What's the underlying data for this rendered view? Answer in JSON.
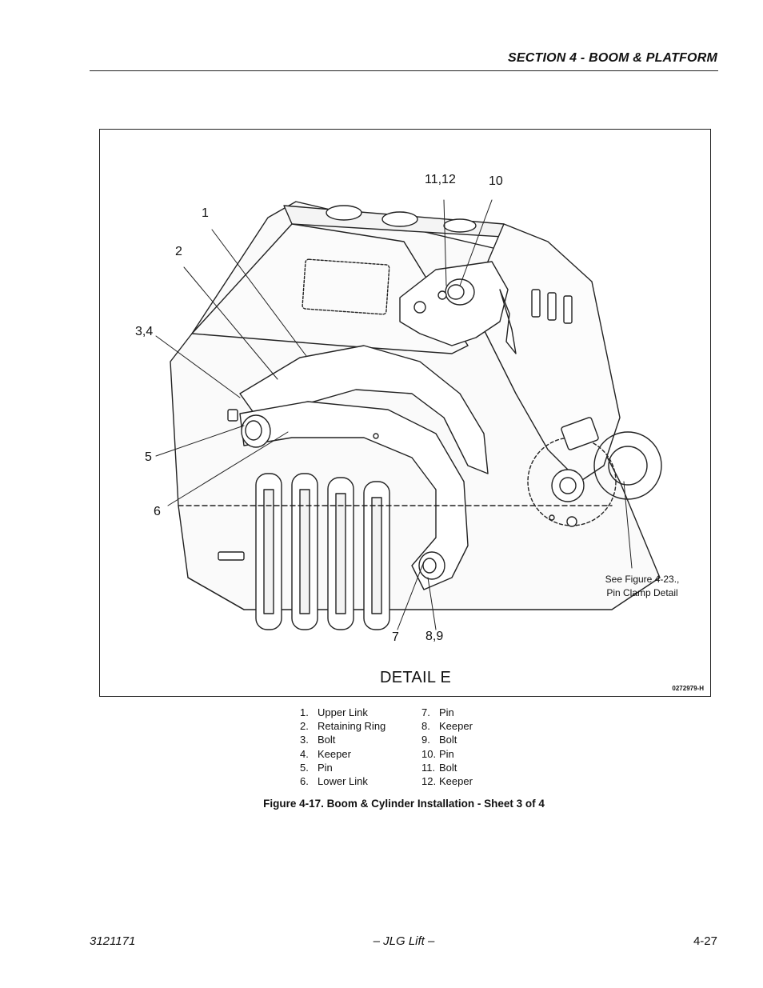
{
  "header": {
    "section_title": "SECTION 4 - BOOM & PLATFORM"
  },
  "figure": {
    "callouts": {
      "c1": "1",
      "c2": "2",
      "c34": "3,4",
      "c5": "5",
      "c6": "6",
      "c7": "7",
      "c89": "8,9",
      "c1112": "11,12",
      "c10": "10"
    },
    "see_note_line1": "See Figure 4-23.,",
    "see_note_line2": "Pin Clamp Detail",
    "detail_label": "DETAIL E",
    "drawing_number": "0272979-H"
  },
  "legend": {
    "left": [
      {
        "num": "1.",
        "label": "Upper Link"
      },
      {
        "num": "2.",
        "label": "Retaining Ring"
      },
      {
        "num": "3.",
        "label": "Bolt"
      },
      {
        "num": "4.",
        "label": "Keeper"
      },
      {
        "num": "5.",
        "label": "Pin"
      },
      {
        "num": "6.",
        "label": "Lower Link"
      }
    ],
    "right": [
      {
        "num": "7.",
        "label": "Pin"
      },
      {
        "num": "8.",
        "label": "Keeper"
      },
      {
        "num": "9.",
        "label": "Bolt"
      },
      {
        "num": "10.",
        "label": "Pin"
      },
      {
        "num": "11.",
        "label": "Bolt"
      },
      {
        "num": "12.",
        "label": "Keeper"
      }
    ]
  },
  "caption": "Figure 4-17.  Boom & Cylinder Installation - Sheet 3 of 4",
  "footer": {
    "doc_number": "3121171",
    "brand": "– JLG Lift –",
    "page": "4-27"
  }
}
